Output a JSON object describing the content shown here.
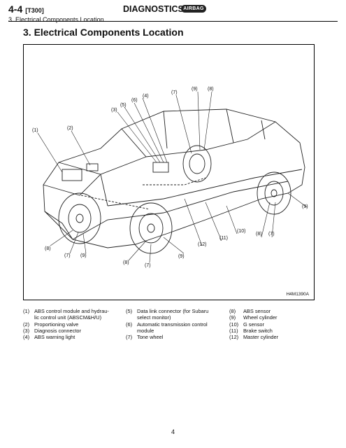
{
  "header": {
    "section_number": "4-4",
    "code": "[T300]",
    "subtitle": "3. Electrical Components Location",
    "title": "DIAGNOSTICS",
    "badge": "AIRBAG"
  },
  "page_title": "3. Electrical Components Location",
  "figure": {
    "code": "H4M1390A",
    "callouts": [
      "(1)",
      "(2)",
      "(3)",
      "(4)",
      "(5)",
      "(6)",
      "(7)",
      "(9)",
      "(8)",
      "(9)",
      "(10)",
      "(8)",
      "(7)",
      "(11)",
      "(12)",
      "(8)",
      "(7)",
      "(9)",
      "(8)",
      "(7)",
      "(9)"
    ]
  },
  "legend": {
    "col1": [
      {
        "num": "(1)",
        "text": "ABS control module and hydrau-"
      },
      {
        "num": "",
        "text": "lic control unit (ABSCM&H/U)"
      },
      {
        "num": "(2)",
        "text": "Proportioning valve"
      },
      {
        "num": "(3)",
        "text": "Diagnosis connector"
      },
      {
        "num": "(4)",
        "text": "ABS warning light"
      }
    ],
    "col2": [
      {
        "num": "(5)",
        "text": "Data link connector (for Subaru"
      },
      {
        "num": "",
        "text": "select monitor)"
      },
      {
        "num": "(6)",
        "text": "Automatic transmission control"
      },
      {
        "num": "",
        "text": "module"
      },
      {
        "num": "(7)",
        "text": "Tone wheel"
      }
    ],
    "col3": [
      {
        "num": "(8)",
        "text": "ABS sensor"
      },
      {
        "num": "(9)",
        "text": "Wheel cylinder"
      },
      {
        "num": "(10)",
        "text": "G sensor"
      },
      {
        "num": "(11)",
        "text": "Brake switch"
      },
      {
        "num": "(12)",
        "text": "Master cylinder"
      }
    ]
  },
  "page_number": "4"
}
